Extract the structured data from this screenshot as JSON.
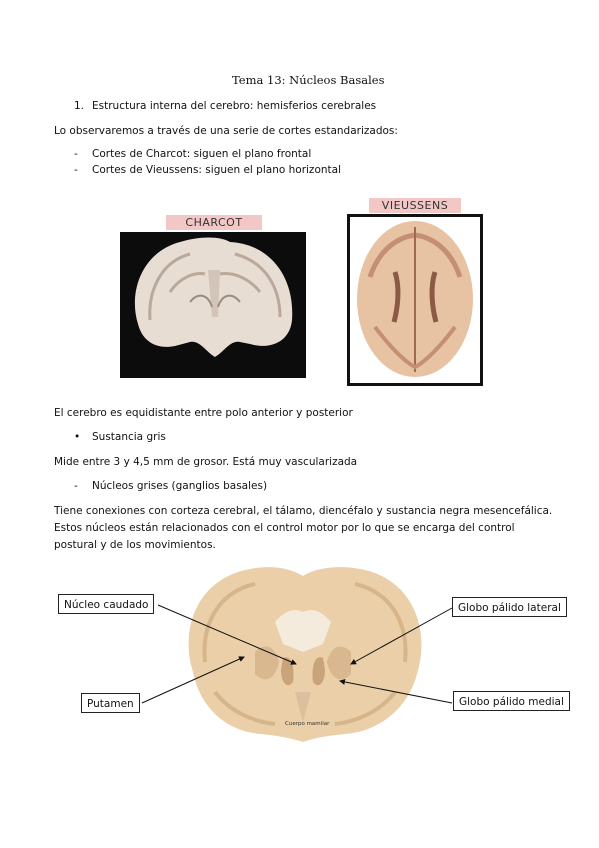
{
  "document": {
    "title": "Tema 13: Núcleos Basales",
    "item1_number": "1.",
    "item1_text": "Estructura interna del cerebro: hemisferios cerebrales",
    "intro": "Lo observaremos a través de una serie de cortes estandarizados:",
    "bullets_cortes": [
      {
        "marker": "-",
        "text": "Cortes de Charcot: siguen el plano frontal"
      },
      {
        "marker": "-",
        "text": "Cortes de Vieussens: siguen el plano horizontal"
      }
    ],
    "figure1": {
      "charcot_label": "CHARCOT",
      "vieussens_label": "VIEUSSENS"
    },
    "equidistant": "El cerebro es equidistante entre polo anterior y posterior",
    "bullet_sustancia": {
      "marker": "•",
      "text": "Sustancia gris"
    },
    "grosor": "Mide entre 3 y 4,5 mm de grosor. Está muy vascularizada",
    "bullet_nucleos": {
      "marker": "-",
      "text": "Núcleos grises (ganglios basales)"
    },
    "conexiones": "Tiene conexiones con corteza cerebral, el tálamo, diencéfalo y sustancia negra mesencefálica. Estos núcleos están relacionados con el control motor por lo que se encarga del control postural y de los movimientos.",
    "figure2": {
      "nucleo_caudado": "Núcleo caudado",
      "putamen": "Putamen",
      "globo_lateral": "Globo pálido lateral",
      "globo_medial": "Globo pálido medial",
      "cuerpo_mamilar": "Cuerpo mamilar"
    }
  }
}
